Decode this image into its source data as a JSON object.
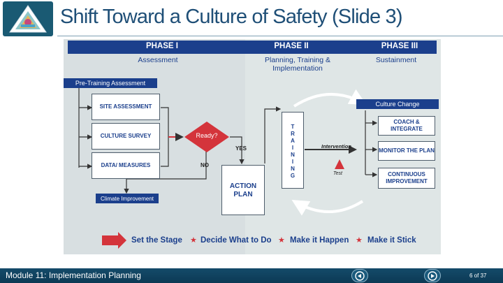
{
  "slide": {
    "title": "Shift Toward a Culture of Safety (Slide 3)"
  },
  "phases": [
    {
      "label": "PHASE I",
      "sub": "Assessment"
    },
    {
      "label": "PHASE II",
      "sub": "Planning, Training & Implementation"
    },
    {
      "label": "PHASE III",
      "sub": "Sustainment"
    }
  ],
  "diagram": {
    "pre_training": "Pre-Training Assessment",
    "site_assessment": "SITE ASSESSMENT",
    "culture_survey": "CULTURE SURVEY",
    "data_measures": "DATA/ MEASURES",
    "ready": "Ready?",
    "yes": "YES",
    "no": "NO",
    "action_plan": "ACTION PLAN",
    "training_letters": [
      "T",
      "R",
      "A",
      "I",
      "N",
      "I",
      "N",
      "G"
    ],
    "intervention": "Intervention",
    "test": "Test",
    "culture_change": "Culture Change",
    "coach": "COACH & INTEGRATE",
    "monitor": "MONITOR THE PLAN",
    "continuous": "CONTINUOUS IMPROVEMENT",
    "climate": "Climate Improvement"
  },
  "legend": [
    "Set the Stage",
    "Decide What to Do",
    "Make it Happen",
    "Make it Stick"
  ],
  "footer": {
    "module": "Module 11: Implementation Planning",
    "page": "6 of 37"
  },
  "colors": {
    "navy": "#1b3f8c",
    "title": "#1f4f77",
    "accent_red": "#d4343b",
    "footer": "#144b6a"
  }
}
